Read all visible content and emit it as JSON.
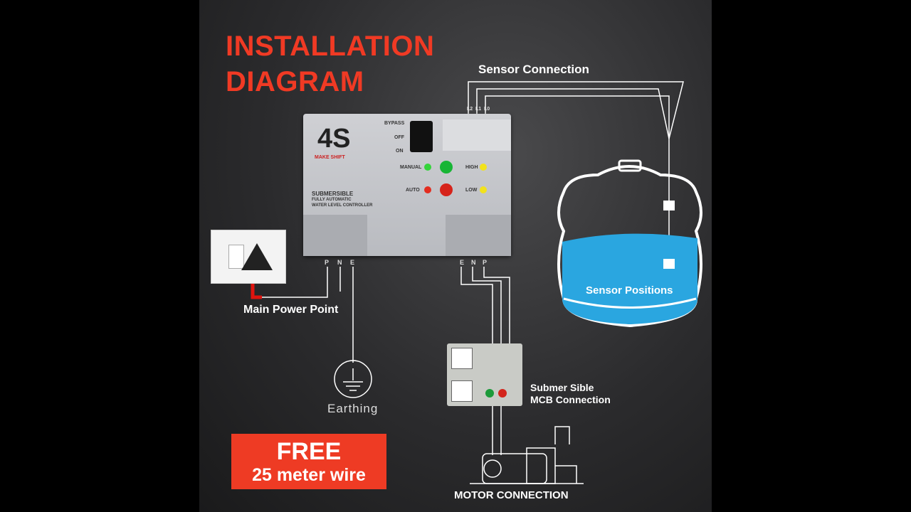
{
  "title": {
    "line1": "INSTALLATION",
    "line2": "DIAGRAM"
  },
  "labels": {
    "sensor_connection": "Sensor Connection",
    "sensor_positions": "Sensor Positions",
    "main_power_point": "Main Power Point",
    "earthing": "Earthing",
    "mcb_line1": "Submer Sible",
    "mcb_line2": "MCB Connection",
    "motor_connection": "MOTOR CONNECTION"
  },
  "promo": {
    "line1": "FREE",
    "line2": "25 meter wire"
  },
  "controller": {
    "brand": "MAKE SHIFT",
    "bypass": "BYPASS",
    "off": "OFF",
    "on": "ON",
    "manual": "MANUAL",
    "auto": "AUTO",
    "high": "HIGH",
    "low": "LOW",
    "product_line1": "SUBMERSIBLE",
    "product_line2": "FULLY AUTOMATIC",
    "product_line3": "WATER LEVEL CONTROLLER",
    "sensor_terms": [
      "L2",
      "L1",
      "L0"
    ],
    "left_terms": [
      "P",
      "N",
      "E"
    ],
    "right_terms": [
      "E",
      "N",
      "P"
    ]
  },
  "colors": {
    "accent": "#f03a24",
    "water": "#2aa6e0",
    "led_green": "#35d43a",
    "led_red": "#e32d1f",
    "led_yellow": "#f2e21c"
  }
}
